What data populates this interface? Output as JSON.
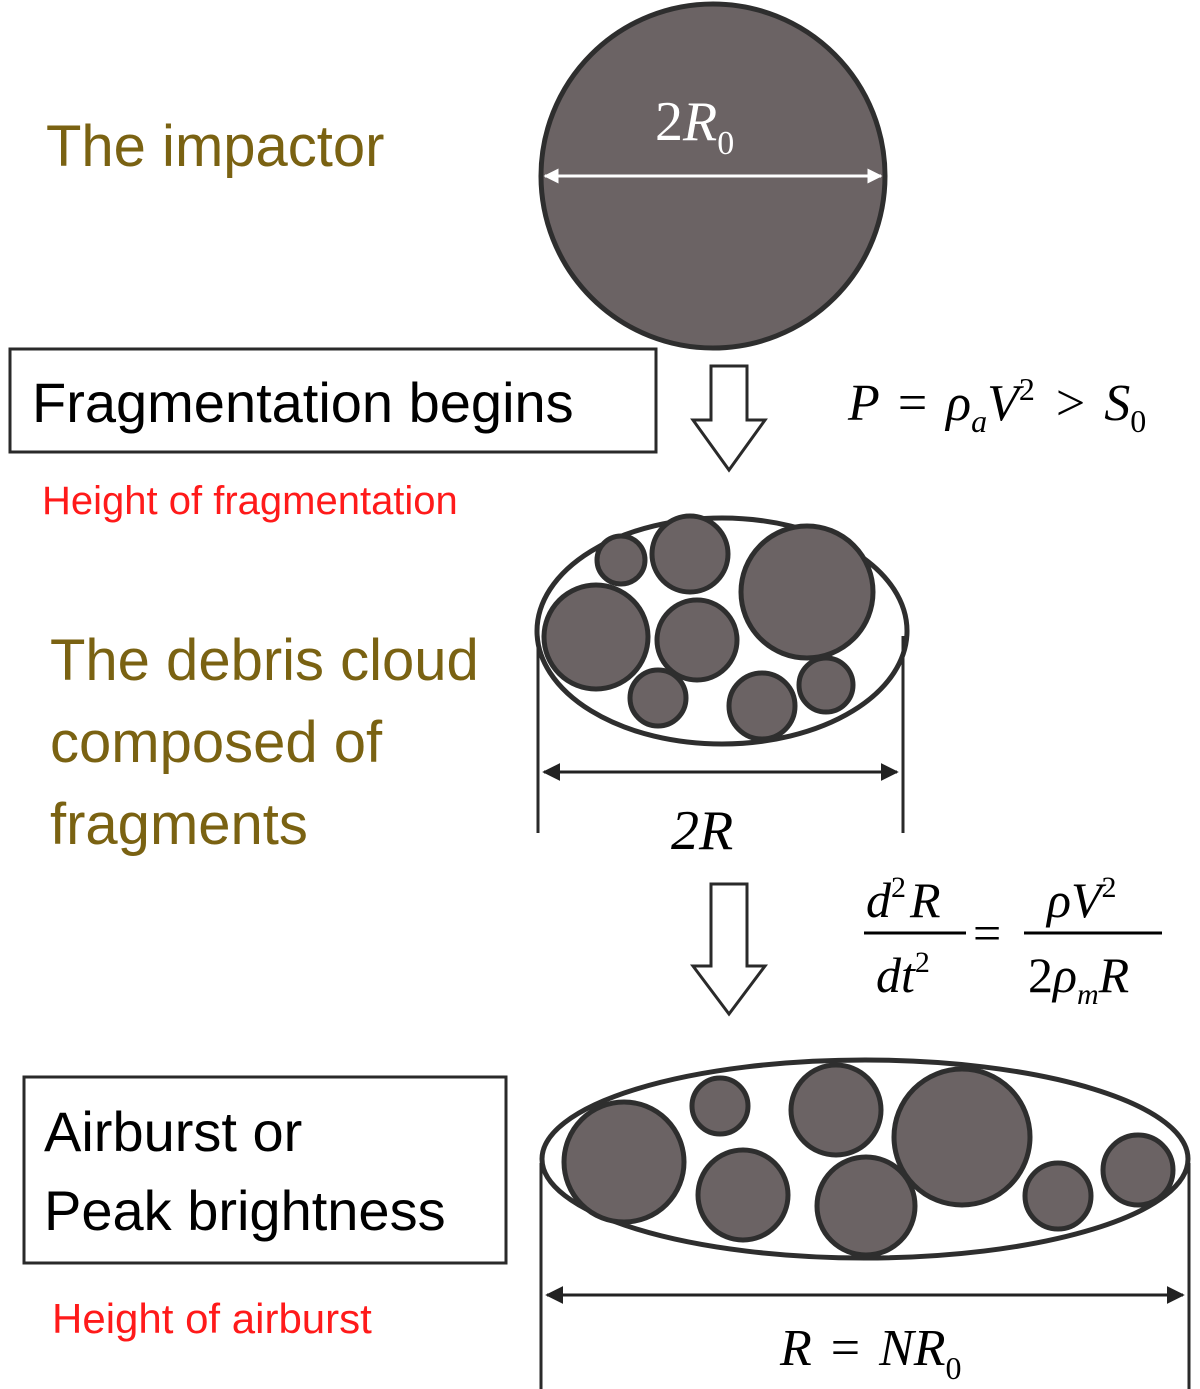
{
  "labels": {
    "impactor": "The impactor",
    "fragmentation_begins": "Fragmentation begins",
    "height_of_fragmentation": "Height of fragmentation",
    "debris_line1": "The debris cloud",
    "debris_line2": "composed of",
    "debris_line3": "fragments",
    "airburst_line1": "Airburst or",
    "airburst_line2": "Peak brightness",
    "height_of_airburst": "Height of airburst"
  },
  "equations": {
    "impactor_diameter": {
      "coef": "2",
      "var": "R",
      "sub": "0"
    },
    "fragmentation_condition": {
      "lhs": "P",
      "eq": "=",
      "rho": "ρ",
      "rho_sub": "a",
      "V": "V",
      "V_exp": "2",
      "gt": ">",
      "S": "S",
      "S_sub": "0"
    },
    "cloud_diameter": "2R",
    "expansion": {
      "num_d": "d",
      "num_exp": "2",
      "num_R": "R",
      "den_dt": "dt",
      "den_exp": "2",
      "eq": "=",
      "rhs_num_rho": "ρ",
      "rhs_num_V": "V",
      "rhs_num_exp": "2",
      "rhs_den_coef": "2",
      "rhs_den_rho": "ρ",
      "rhs_den_sub": "m",
      "rhs_den_R": "R"
    },
    "final_radius": {
      "lhs": "R",
      "eq": "=",
      "N": "N",
      "R": "R",
      "sub": "0"
    }
  },
  "colors": {
    "label_olive": "#7a6212",
    "label_red": "#ff1a1a",
    "fragment_fill": "#6b6364",
    "outline": "#2e2e2e"
  }
}
